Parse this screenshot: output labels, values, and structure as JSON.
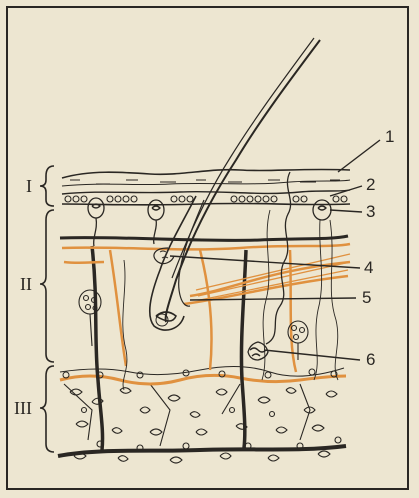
{
  "layers": [
    {
      "id": "epidermis",
      "label": "I"
    },
    {
      "id": "dermis",
      "label": "II"
    },
    {
      "id": "hypodermis",
      "label": "III"
    }
  ],
  "callouts": [
    {
      "id": "callout-1",
      "label": "1"
    },
    {
      "id": "callout-2",
      "label": "2"
    },
    {
      "id": "callout-3",
      "label": "3"
    },
    {
      "id": "callout-4",
      "label": "4"
    },
    {
      "id": "callout-5",
      "label": "5"
    },
    {
      "id": "callout-6",
      "label": "6"
    }
  ],
  "colors": {
    "ink": "#2a2723",
    "vessel": "#e0913f",
    "paper": "#ede6d1"
  }
}
